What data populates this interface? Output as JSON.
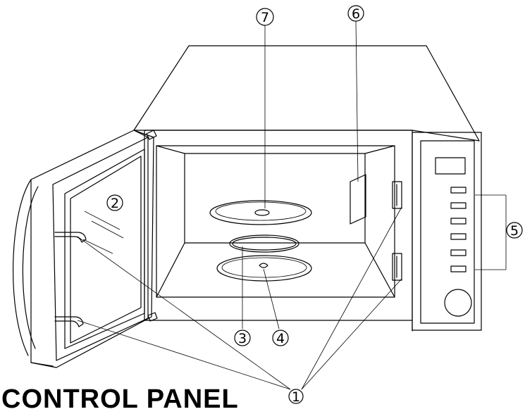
{
  "heading": "CONTROL PANEL",
  "callouts": {
    "door_safety_lock": "1",
    "oven_window": "2",
    "roller_ring": "3",
    "shaft": "4",
    "control_panel": "5",
    "wave_guide": "6",
    "glass_tray": "7"
  }
}
